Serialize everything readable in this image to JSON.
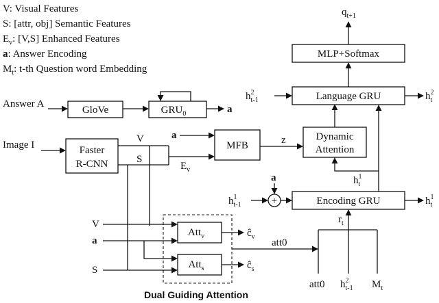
{
  "legend": [
    {
      "key": "V",
      "desc": "Visual Features"
    },
    {
      "key": "S",
      "desc": "[attr, obj] Semantic Features"
    },
    {
      "key": "E_v",
      "desc": "[V,S] Enhanced Features"
    },
    {
      "key": "a",
      "desc": "Answer Encoding"
    },
    {
      "key": "M_t",
      "desc": "t-th Question word Embedding"
    }
  ],
  "inputs": {
    "answer": "Answer A",
    "image": "Image I"
  },
  "boxes": {
    "glove": "GloVe",
    "gru0": "GRU",
    "faster_rcnn_line1": "Faster",
    "faster_rcnn_line2": "R-CNN",
    "mfb": "MFB",
    "dynamic_attention_line1": "Dynamic",
    "dynamic_attention_line2": "Attention",
    "att_v": "Att",
    "att_s": "Att",
    "mlp_softmax": "MLP+Softmax",
    "language_gru": "Language GRU",
    "encoding_gru": "Encoding GRU"
  },
  "labels": {
    "a": "a",
    "V": "V",
    "S": "S",
    "Ev": "E",
    "z": "z",
    "c_v": "ĉ",
    "c_s": "ĉ",
    "att0": "att0",
    "q": "q",
    "h": "h",
    "r": "r",
    "M": "M",
    "plus": "+"
  },
  "caption": "Dual Guiding Attention"
}
